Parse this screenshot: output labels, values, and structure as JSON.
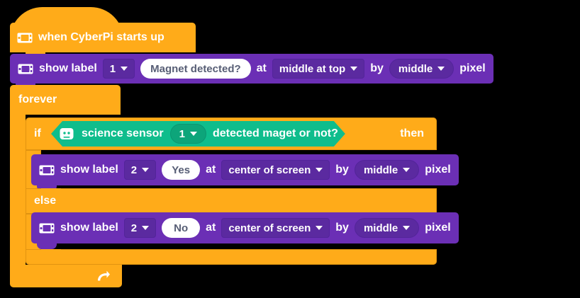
{
  "workspace": {
    "background_color": "#000000",
    "palette": {
      "events_orange": "#FFAB19",
      "control_orange": "#FFAB19",
      "display_purple": "#6B2FB5",
      "field_purple": "#5B2AA0",
      "sensing_green": "#0FBD8C",
      "field_green": "#0DA57A",
      "text_white": "#FFFFFF",
      "input_text": "#575E75"
    }
  },
  "blocks": {
    "hat": {
      "icon": "cyberpi-icon",
      "label": "when CyberPi starts up"
    },
    "show_label_1": {
      "icon": "cyberpi-icon",
      "label": "show label",
      "line_number": "1",
      "text_value": "Magnet detected?",
      "at_label": "at",
      "position": "middle at top",
      "by_label": "by",
      "offset": "middle",
      "pixel_label": "pixel"
    },
    "forever": {
      "label": "forever",
      "loop_icon": "loop-arrow-icon"
    },
    "if_else": {
      "if_label": "if",
      "then_label": "then",
      "else_label": "else"
    },
    "condition": {
      "icon": "science-sensor-icon",
      "label_prefix": "science sensor",
      "port": "1",
      "label_suffix": "detected maget or not?"
    },
    "show_label_yes": {
      "icon": "cyberpi-icon",
      "label": "show label",
      "line_number": "2",
      "text_value": "Yes",
      "at_label": "at",
      "position": "center of screen",
      "by_label": "by",
      "offset": "middle",
      "pixel_label": "pixel"
    },
    "show_label_no": {
      "icon": "cyberpi-icon",
      "label": "show label",
      "line_number": "2",
      "text_value": "No",
      "at_label": "at",
      "position": "center of screen",
      "by_label": "by",
      "offset": "middle",
      "pixel_label": "pixel"
    }
  }
}
